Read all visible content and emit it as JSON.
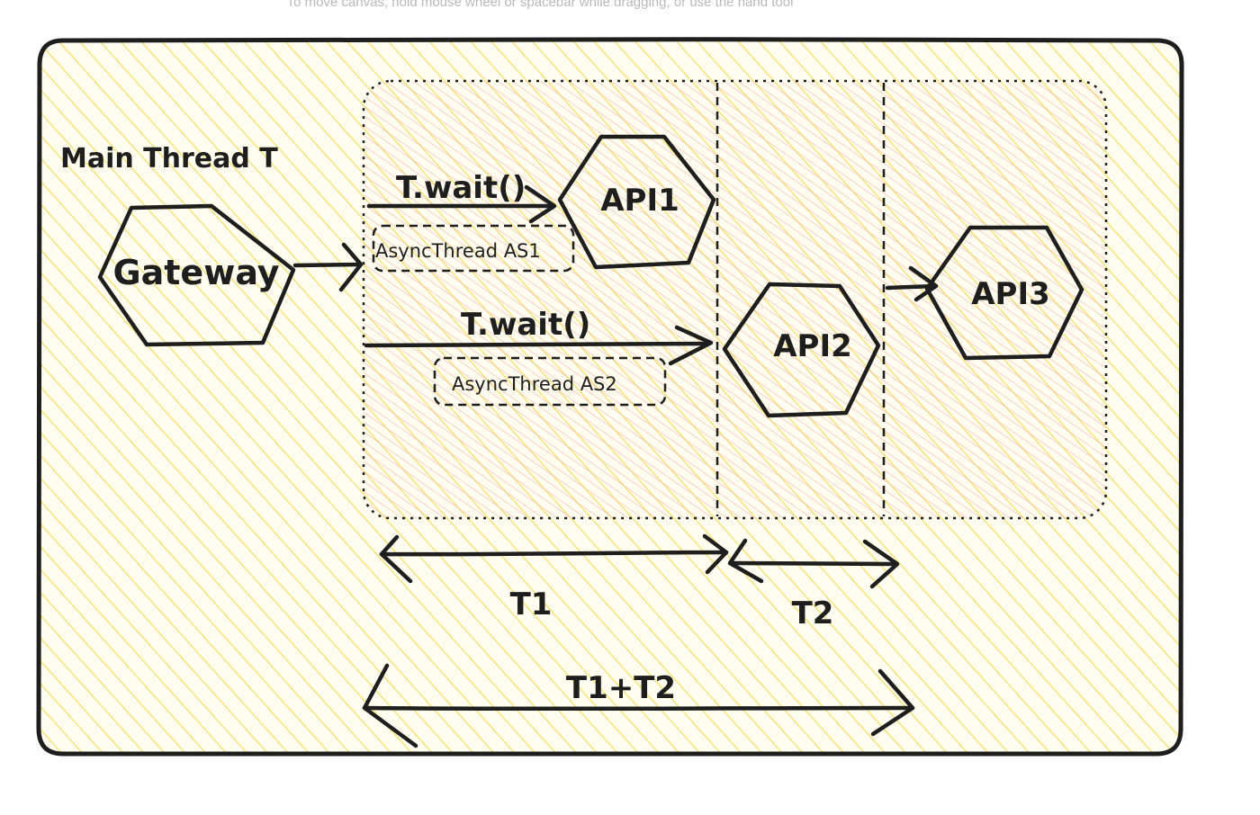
{
  "canvas_hint": "To move canvas, hold mouse wheel or spacebar while dragging, or use the hand tool",
  "diagram": {
    "container_label": "Main Thread T",
    "nodes": {
      "gateway": "Gateway",
      "api1": "API1",
      "api2": "API2",
      "api3": "API3"
    },
    "edges": {
      "wait1": "T.wait()",
      "wait2": "T.wait()"
    },
    "threads": {
      "as1": "AsyncThread AS1",
      "as2": "AsyncThread AS2"
    },
    "durations": {
      "t1": "T1",
      "t2": "T2",
      "total": "T1+T2"
    },
    "colors": {
      "ink": "#1e1e1e",
      "outer_hatch": "#f7e27a",
      "outer_fill": "#fffdf0",
      "inner_hatch": "#f4b2ae",
      "hint_text": "#b9b9b9"
    }
  }
}
